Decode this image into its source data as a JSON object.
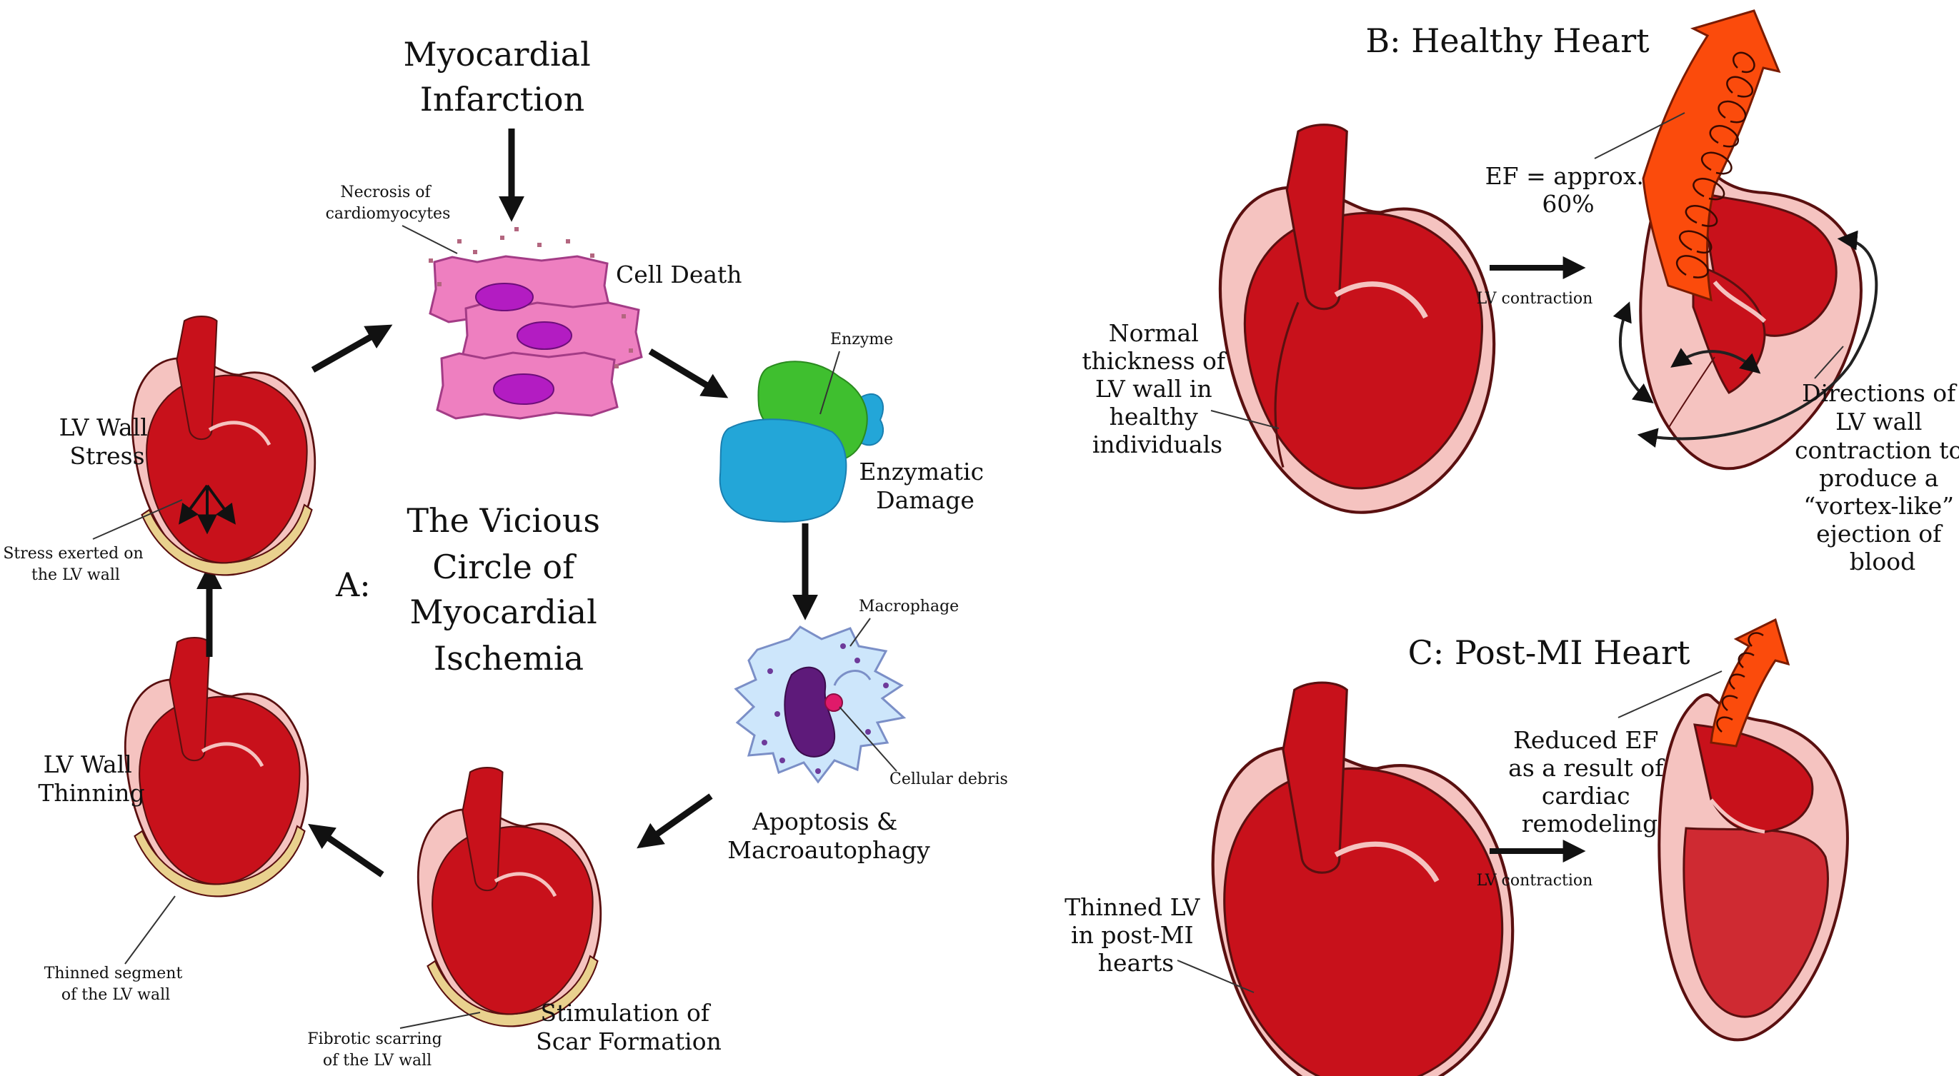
{
  "panel_a": {
    "letter": "A:",
    "title": [
      "The Vicious",
      "Circle of",
      "Myocardial",
      "Ischemia"
    ],
    "myocardial_infarction": [
      "Myocardial",
      "Infarction"
    ],
    "necrosis": [
      "Necrosis of",
      "cardiomyocytes"
    ],
    "cell_death": "Cell Death",
    "enzyme": "Enzyme",
    "enzymatic_damage": [
      "Enzymatic",
      "Damage"
    ],
    "macrophage": "Macrophage",
    "cellular_debris": "Cellular debris",
    "apoptosis": [
      "Apoptosis &",
      "Macroautophagy"
    ],
    "scar_formation": [
      "Stimulation of",
      "Scar Formation"
    ],
    "fibrotic": [
      "Fibrotic scarring",
      "of the LV wall"
    ],
    "wall_thinning": [
      "LV Wall",
      "Thinning"
    ],
    "thinned_segment": [
      "Thinned segment",
      "of the LV wall"
    ],
    "wall_stress": [
      "LV Wall",
      "Stress"
    ],
    "stress_exerted": [
      "Stress exerted on",
      "the LV wall"
    ]
  },
  "panel_b": {
    "title": "B: Healthy Heart",
    "normal_thickness": [
      "Normal",
      "thickness of",
      "LV wall in",
      "healthy",
      "individuals"
    ],
    "ef": [
      "EF = approx.",
      "60%"
    ],
    "lv_contraction": "LV contraction",
    "directions": [
      "Directions of",
      "LV wall",
      "contraction to",
      "produce a",
      "“vortex-like”",
      "ejection of",
      "blood"
    ]
  },
  "panel_c": {
    "title": "C: Post-MI Heart",
    "thinned_lv": [
      "Thinned LV",
      "in post-MI",
      "hearts"
    ],
    "reduced_ef": [
      "Reduced EF",
      "as a result of",
      "cardiac",
      "remodeling"
    ],
    "lv_contraction": "LV contraction"
  },
  "colors": {
    "myocardium": "#c8111b",
    "pericardium": "#f5c3c0",
    "outline": "#5a1010",
    "scar": "#e9d18e",
    "cell": "#ee7fc0",
    "nucleus": "#b31cc2",
    "enzyme_green": "#3fbf2f",
    "enzyme_blue": "#23a6d8",
    "macrophage": "#cde6fb",
    "macro_nucleus": "#5e1a7a",
    "ejection": "#fb4b0c"
  }
}
